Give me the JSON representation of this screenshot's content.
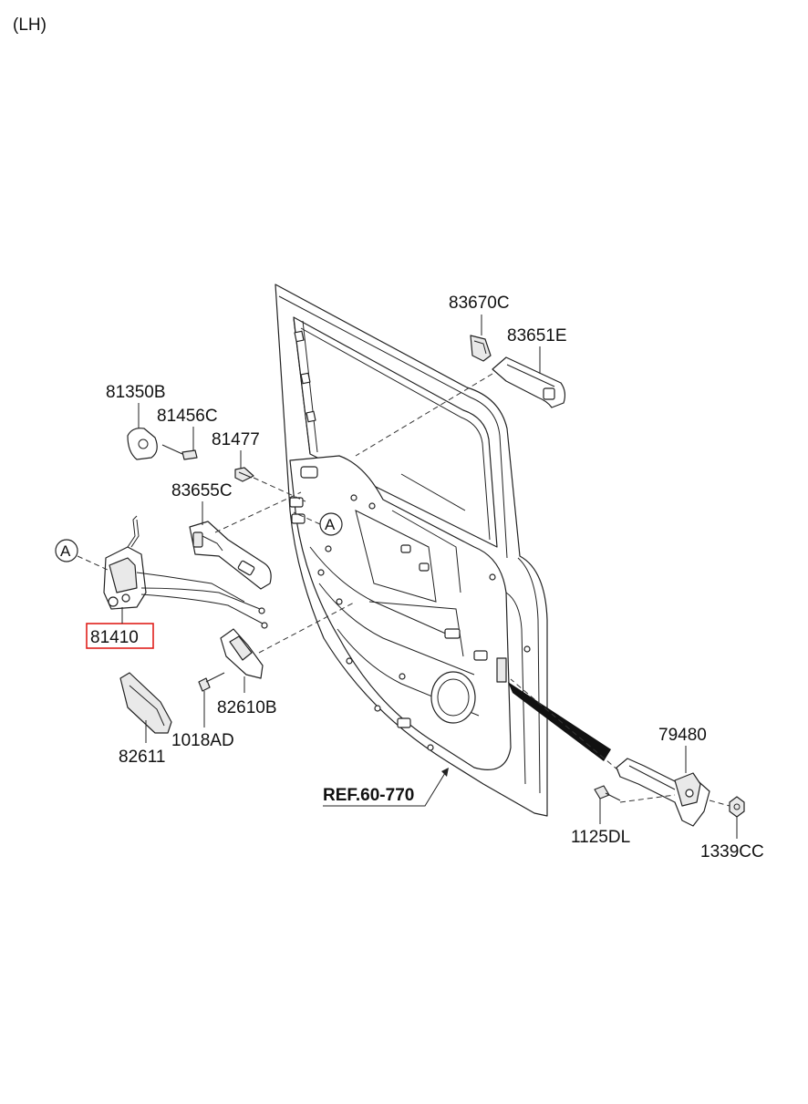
{
  "side_label": "(LH)",
  "reference": "REF.60-770",
  "callout_letter": "A",
  "highlight_color": "#e0201c",
  "parts": {
    "p83670C": "83670C",
    "p83651E": "83651E",
    "p81350B": "81350B",
    "p81456C": "81456C",
    "p81477": "81477",
    "p83655C": "83655C",
    "p81410": "81410",
    "p82610B": "82610B",
    "p1018AD": "1018AD",
    "p82611": "82611",
    "p79480": "79480",
    "p1125DL": "1125DL",
    "p1339CC": "1339CC"
  }
}
